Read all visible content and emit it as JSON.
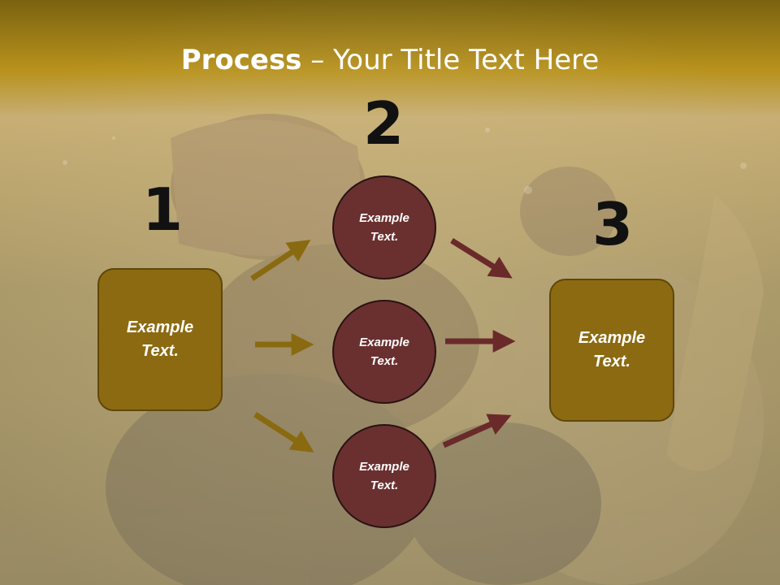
{
  "title": {
    "bold": "Process",
    "rest": " – Your Title Text Here"
  },
  "steps": {
    "n1": "1",
    "n2": "2",
    "n3": "3"
  },
  "left_box": {
    "text": "Example\nText."
  },
  "right_box": {
    "text": "Example\nText."
  },
  "circles": [
    {
      "text": "Example\nText."
    },
    {
      "text": "Example\nText."
    },
    {
      "text": "Example\nText."
    }
  ],
  "colors": {
    "gold_box": "#8c6a12",
    "maroon_circle": "#6a3030",
    "gold_arrow": "#8a6a10",
    "maroon_arrow": "#6a2a2a",
    "title_band": "#b8901a"
  }
}
